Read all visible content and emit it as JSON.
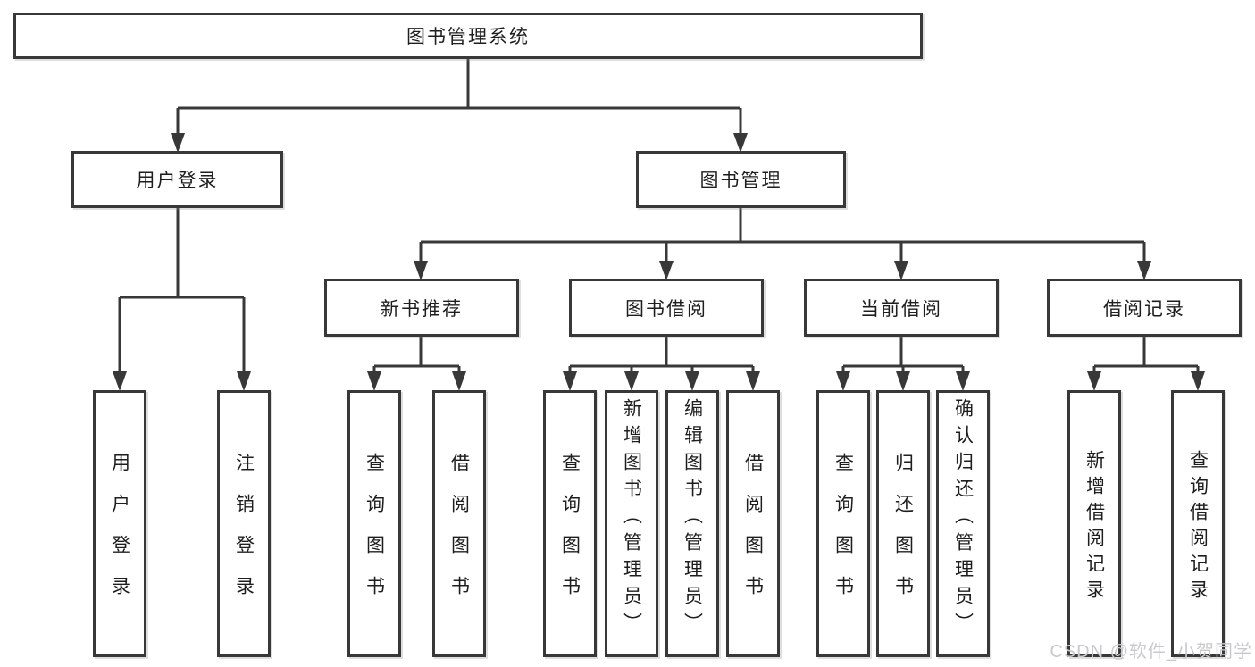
{
  "tree": {
    "root": "图书管理系统",
    "children": [
      {
        "label": "用户登录",
        "children": [
          "用户登录",
          "注销登录"
        ]
      },
      {
        "label": "图书管理",
        "children": [
          {
            "label": "新书推荐",
            "children": [
              "查询图书",
              "借阅图书"
            ]
          },
          {
            "label": "图书借阅",
            "children": [
              "查询图书",
              "新增图书（管理员）",
              "编辑图书（管理员）",
              "借阅图书"
            ]
          },
          {
            "label": "当前借阅",
            "children": [
              "查询图书",
              "归还图书",
              "确认归还（管理员）"
            ]
          },
          {
            "label": "借阅记录",
            "children": [
              "新增借阅记录",
              "查询借阅记录"
            ]
          }
        ]
      }
    ]
  },
  "watermark": {
    "text": "CSDN @软件_小贺同学"
  },
  "colors": {
    "line": "#383838",
    "text": "#1e1e1e",
    "box_background": "#ffffff",
    "watermark": "#c9c9cd",
    "page_background": "#ffffff"
  }
}
